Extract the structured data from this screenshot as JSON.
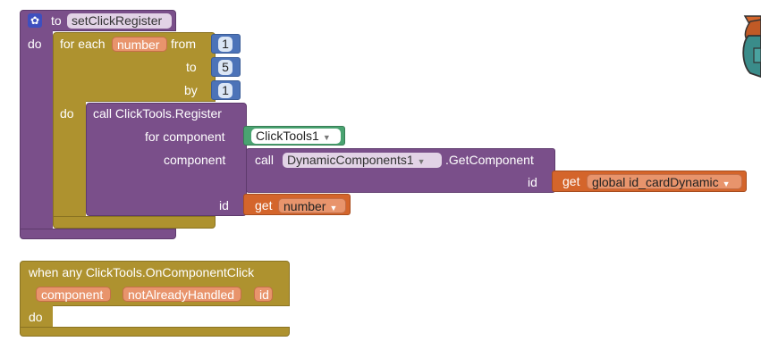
{
  "procedure": {
    "to_label": "to",
    "name": "setClickRegister",
    "do_label": "do"
  },
  "loop": {
    "for_each_label": "for each",
    "variable": "number",
    "from_label": "from",
    "from_value": "1",
    "to_label": "to",
    "to_value": "5",
    "by_label": "by",
    "by_value": "1",
    "do_label": "do"
  },
  "call_register": {
    "title": "call ClickTools.Register",
    "for_component_label": "for component",
    "for_component_value": "ClickTools1",
    "component_label": "component",
    "id_label": "id"
  },
  "get_component": {
    "call_label": "call",
    "component": "DynamicComponents1",
    "method": ".GetComponent",
    "id_label": "id"
  },
  "get_global": {
    "get_label": "get",
    "variable": "global id_cardDynamic"
  },
  "get_number": {
    "get_label": "get",
    "variable": "number"
  },
  "event": {
    "title": "when any ClickTools.OnComponentClick",
    "params": [
      "component",
      "notAlreadyHandled",
      "id"
    ],
    "do_label": "do"
  },
  "icons": {
    "gear": "gear-icon",
    "dropdown": "dropdown-arrow-icon",
    "backpack": "backpack-icon"
  },
  "colors": {
    "procedure": "#7a4f8a",
    "control": "#ae922f",
    "component": "#4aa371",
    "variable": "#d4652b",
    "math": "#4c73b8"
  }
}
